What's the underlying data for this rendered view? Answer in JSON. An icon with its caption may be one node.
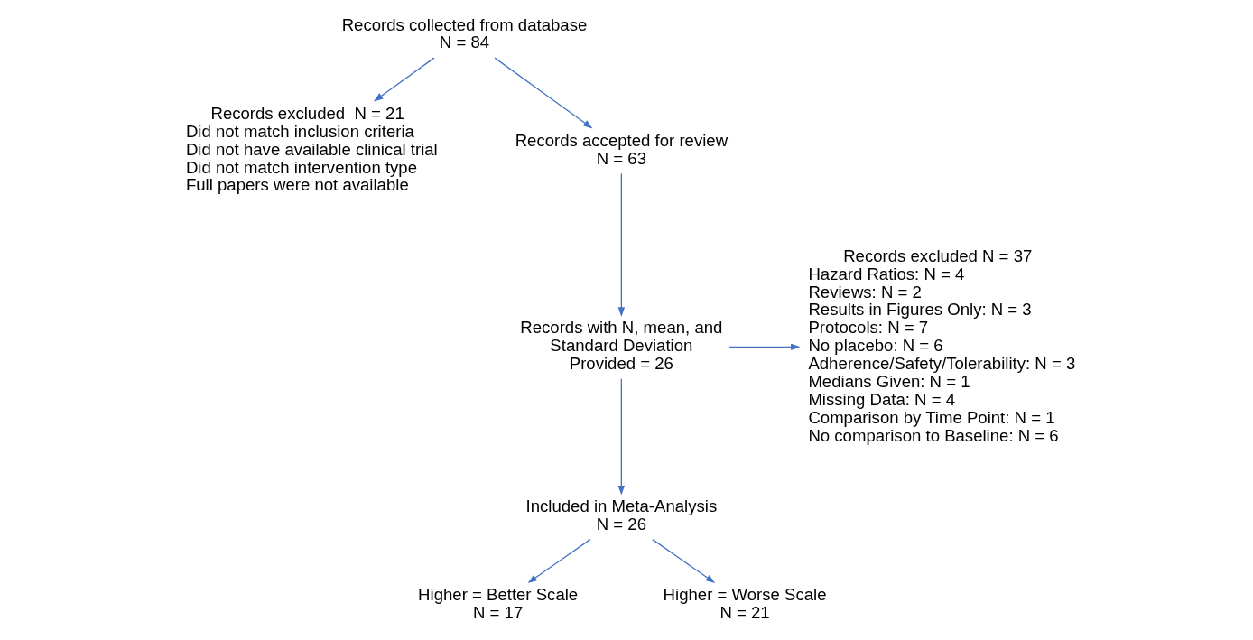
{
  "diagram": {
    "nodes": [
      {
        "text": [
          "Records collected from database",
          "N = 84"
        ]
      },
      {
        "text": [
          "Records excluded  N = 21",
          "Did not match inclusion criteria",
          "Did not have available clinical trial",
          "Did not match intervention type",
          "Full papers were not available"
        ]
      },
      {
        "text": [
          "Records accepted for review",
          "N = 63"
        ]
      },
      {
        "text": [
          "Records with N, mean, and Standard Deviation Provided = 26"
        ]
      },
      {
        "text": [
          "Records excluded N = 37",
          "Hazard Ratios: N = 4",
          "Reviews: N = 2",
          "Results in Figures Only: N = 3",
          "Protocols: N = 7",
          "No placebo: N = 6",
          "Adherence/Safety/Tolerability: N = 3",
          "Medians Given: N = 1",
          "Missing Data: N = 4",
          "Comparison by Time Point: N = 1",
          "No comparison to Baseline: N = 6"
        ]
      },
      {
        "text": [
          "Included in Meta-Analysis",
          "N = 26"
        ]
      },
      {
        "text": [
          "Higher = Better Scale",
          "N = 17"
        ]
      },
      {
        "text": [
          "Higher = Worse Scale",
          "N = 21"
        ]
      }
    ],
    "edges": [
      {
        "from": 0,
        "to": 1,
        "arrow": "to"
      },
      {
        "from": 0,
        "to": 2,
        "arrow": "to"
      },
      {
        "from": 2,
        "to": 3,
        "arrow": "to"
      },
      {
        "from": 3,
        "to": 4,
        "arrow": "to"
      },
      {
        "from": 3,
        "to": 5,
        "arrow": "to"
      },
      {
        "from": 5,
        "to": 6,
        "arrow": "to"
      },
      {
        "from": 5,
        "to": 7,
        "arrow": "to"
      }
    ]
  }
}
